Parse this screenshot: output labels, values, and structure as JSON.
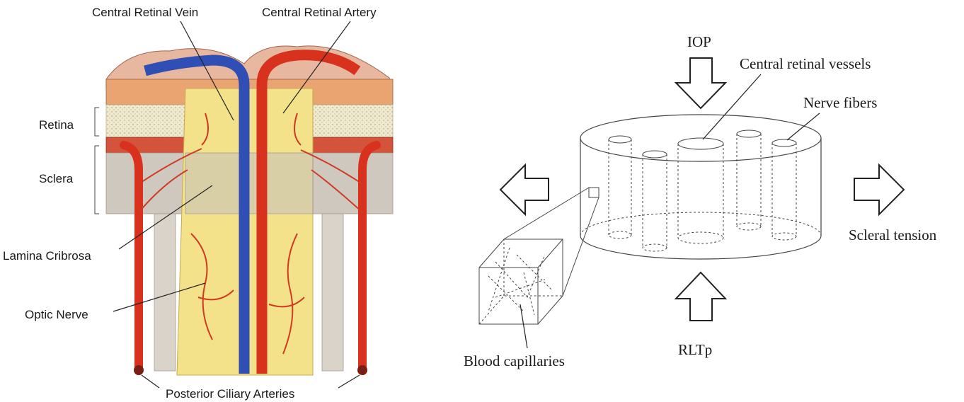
{
  "left_panel": {
    "labels": {
      "central_retinal_vein": "Central Retinal Vein",
      "central_retinal_artery": "Central Retinal Artery",
      "retina": "Retina",
      "sclera": "Sclera",
      "lamina_cribrosa": "Lamina Cribrosa",
      "optic_nerve": "Optic Nerve",
      "posterior_ciliary_arteries": "Posterior Ciliary Arteries"
    },
    "colors": {
      "vein": "#2f4fb5",
      "artery": "#d8321f",
      "nerve": "#f3e28a",
      "retina": "#efe9cf",
      "sclera": "#cfc8be"
    }
  },
  "right_panel": {
    "labels": {
      "iop": "IOP",
      "central_retinal_vessels": "Central retinal vessels",
      "nerve_fibers": "Nerve fibers",
      "scleral_tension": "Scleral tension",
      "rltp": "RLTp",
      "blood_capillaries": "Blood capillaries"
    }
  }
}
